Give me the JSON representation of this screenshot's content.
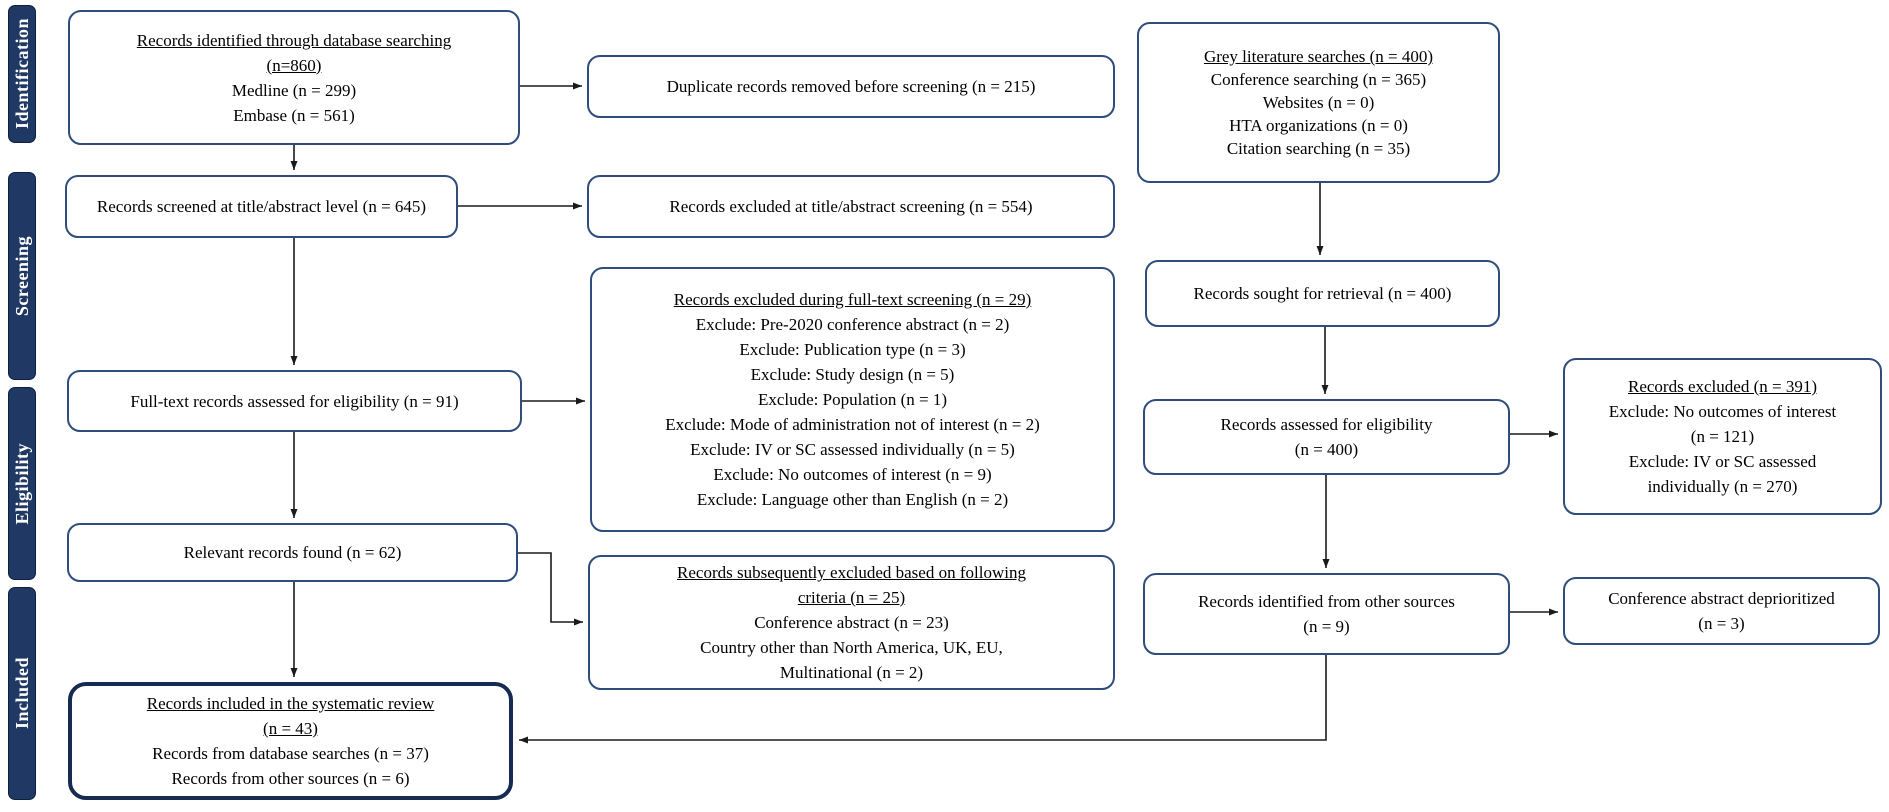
{
  "colors": {
    "stage_fill": "#1f3864",
    "stage_text": "#ffffff",
    "box_border": "#2e4d7b",
    "included_box_border": "#152b52",
    "arrow": "#1a1a1a",
    "background": "#ffffff"
  },
  "stages": [
    {
      "label": "Identification"
    },
    {
      "label": "Screening"
    },
    {
      "label": "Eligibility"
    },
    {
      "label": "Included"
    }
  ],
  "boxes": {
    "database_search": {
      "title_lines": [
        "Records identified through database searching",
        "(n=860)"
      ],
      "lines": [
        "Medline (n = 299)",
        "Embase (n = 561)"
      ]
    },
    "duplicates_removed": {
      "text": "Duplicate records removed before screening (n = 215)"
    },
    "grey_literature": {
      "title_lines": [
        "Grey literature searches (n = 400)"
      ],
      "lines": [
        "Conference searching (n = 365)",
        "Websites (n = 0)",
        "HTA organizations (n = 0)",
        "Citation searching (n = 35)"
      ]
    },
    "title_abstract_screened": {
      "text": "Records screened at title/abstract level (n = 645)"
    },
    "title_abstract_excluded": {
      "text": "Records excluded at title/abstract screening (n = 554)"
    },
    "sought_retrieval": {
      "text": "Records sought for retrieval (n = 400)"
    },
    "full_text_assessed": {
      "text": "Full-text records assessed for eligibility (n = 91)"
    },
    "full_text_excluded": {
      "title_lines": [
        "Records excluded during full-text screening (n = 29)"
      ],
      "lines": [
        "Exclude: Pre-2020 conference abstract (n = 2)",
        "Exclude: Publication type (n = 3)",
        "Exclude: Study design (n = 5)",
        "Exclude: Population (n = 1)",
        "Exclude: Mode of administration not of interest (n = 2)",
        "Exclude: IV or SC assessed individually (n = 5)",
        "Exclude: No outcomes of interest (n = 9)",
        "Exclude: Language other than English (n = 2)"
      ]
    },
    "assessed_eligibility": {
      "lines": [
        "Records assessed for eligibility",
        "(n = 400)"
      ]
    },
    "grey_excluded": {
      "title_lines": [
        "Records excluded (n = 391)"
      ],
      "lines": [
        "Exclude: No outcomes of interest",
        "(n = 121)",
        "Exclude: IV or SC assessed",
        "individually (n = 270)"
      ]
    },
    "relevant_found": {
      "text": "Relevant records found (n = 62)"
    },
    "subsequently_excluded": {
      "title_lines": [
        "Records subsequently excluded based on following",
        "criteria (n = 25)"
      ],
      "lines": [
        "Conference abstract (n = 23)",
        "Country other than North America, UK, EU,",
        "Multinational (n = 2)"
      ]
    },
    "other_sources": {
      "lines": [
        "Records identified from other sources",
        "(n = 9)"
      ]
    },
    "deprioritized": {
      "lines": [
        "Conference abstract deprioritized",
        "(n = 3)"
      ]
    },
    "included_review": {
      "title_lines": [
        "Records included in the systematic review",
        "(n = 43)"
      ],
      "lines": [
        "Records from database searches (n = 37)",
        "Records from other sources (n = 6)"
      ]
    }
  }
}
